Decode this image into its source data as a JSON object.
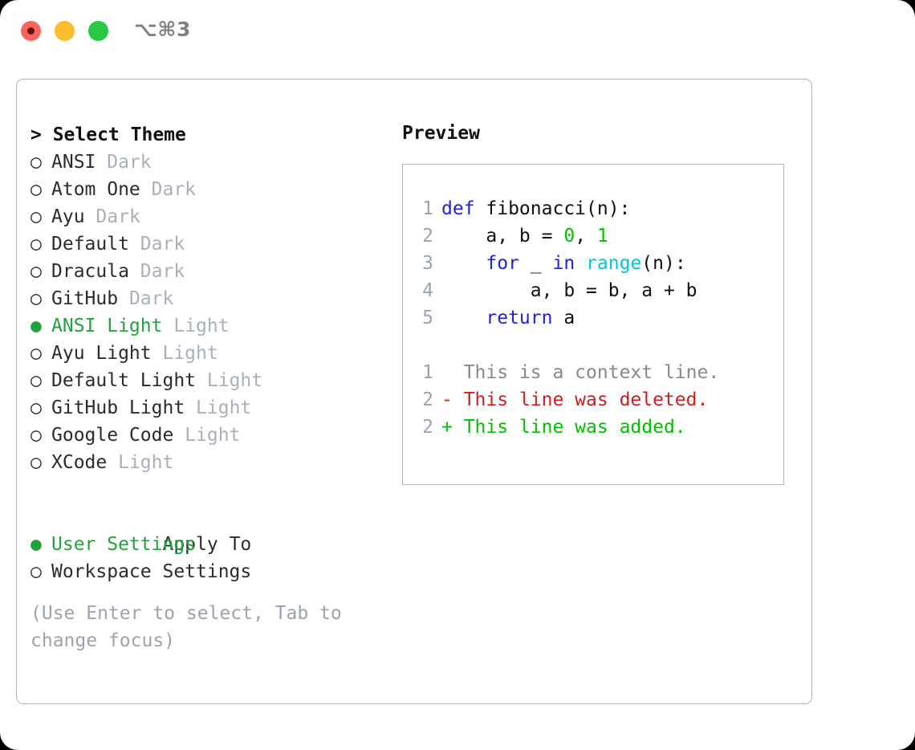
{
  "titlebar": {
    "shortcut": "⌥⌘3",
    "lights": [
      "close-red",
      "minimize-yellow",
      "maximize-green"
    ]
  },
  "theme_panel": {
    "header": "> Select Theme",
    "radio_unselected": "○",
    "radio_selected": "●",
    "items": [
      {
        "radio": "○",
        "name": "ANSI",
        "category": "Dark",
        "selected": false
      },
      {
        "radio": "○",
        "name": "Atom One",
        "category": "Dark",
        "selected": false
      },
      {
        "radio": "○",
        "name": "Ayu",
        "category": "Dark",
        "selected": false
      },
      {
        "radio": "○",
        "name": "Default",
        "category": "Dark",
        "selected": false
      },
      {
        "radio": "○",
        "name": "Dracula",
        "category": "Dark",
        "selected": false
      },
      {
        "radio": "○",
        "name": "GitHub",
        "category": "Dark",
        "selected": false
      },
      {
        "radio": "●",
        "name": "ANSI Light",
        "category": "Light",
        "selected": true
      },
      {
        "radio": "○",
        "name": "Ayu Light",
        "category": "Light",
        "selected": false
      },
      {
        "radio": "○",
        "name": "Default Light",
        "category": "Light",
        "selected": false
      },
      {
        "radio": "○",
        "name": "GitHub Light",
        "category": "Light",
        "selected": false
      },
      {
        "radio": "○",
        "name": "Google Code",
        "category": "Light",
        "selected": false
      },
      {
        "radio": "○",
        "name": "XCode",
        "category": "Light",
        "selected": false
      }
    ]
  },
  "apply_to": {
    "label": "Apply To",
    "options": [
      {
        "radio": "●",
        "label": "User Settings",
        "selected": true
      },
      {
        "radio": "○",
        "label": "Workspace Settings",
        "selected": false
      }
    ]
  },
  "hint": "(Use Enter to select, Tab to change focus)",
  "preview": {
    "title": "Preview",
    "code": [
      {
        "lineno": "1",
        "tokens": [
          {
            "t": "def ",
            "c": "kw"
          },
          {
            "t": "fibonacci(n):",
            "c": "txt"
          }
        ]
      },
      {
        "lineno": "2",
        "tokens": [
          {
            "t": "    a, b = ",
            "c": "txt"
          },
          {
            "t": "0",
            "c": "num"
          },
          {
            "t": ", ",
            "c": "txt"
          },
          {
            "t": "1",
            "c": "num"
          }
        ]
      },
      {
        "lineno": "3",
        "tokens": [
          {
            "t": "    ",
            "c": "txt"
          },
          {
            "t": "for",
            "c": "kw"
          },
          {
            "t": " _ ",
            "c": "txt"
          },
          {
            "t": "in",
            "c": "kw"
          },
          {
            "t": " ",
            "c": "txt"
          },
          {
            "t": "range",
            "c": "fn"
          },
          {
            "t": "(n):",
            "c": "txt"
          }
        ]
      },
      {
        "lineno": "4",
        "tokens": [
          {
            "t": "        a, b = b, a + b",
            "c": "txt"
          }
        ]
      },
      {
        "lineno": "5",
        "tokens": [
          {
            "t": "    ",
            "c": "txt"
          },
          {
            "t": "return",
            "c": "kw"
          },
          {
            "t": " a",
            "c": "txt"
          }
        ]
      }
    ],
    "diff": [
      {
        "lineno": "1",
        "marker": "  ",
        "text": "This is a context line.",
        "kind": "ctx"
      },
      {
        "lineno": "2",
        "marker": "- ",
        "text": "This line was deleted.",
        "kind": "del"
      },
      {
        "lineno": "2",
        "marker": "+ ",
        "text": "This line was added.",
        "kind": "add"
      }
    ]
  },
  "colors": {
    "accent_green": "#21a33c",
    "dim_gray": "#a8b0bc",
    "hint_gray": "#9aa3b0",
    "border": "#aeb6c2",
    "keyword_blue": "#1f23d8",
    "function_cyan": "#00c8d4",
    "number_green": "#00c000",
    "diff_red": "#cc1f1f",
    "diff_green": "#00c000",
    "light_red": "#f9655b",
    "light_yellow": "#fdbc2e",
    "light_green": "#28c840"
  }
}
